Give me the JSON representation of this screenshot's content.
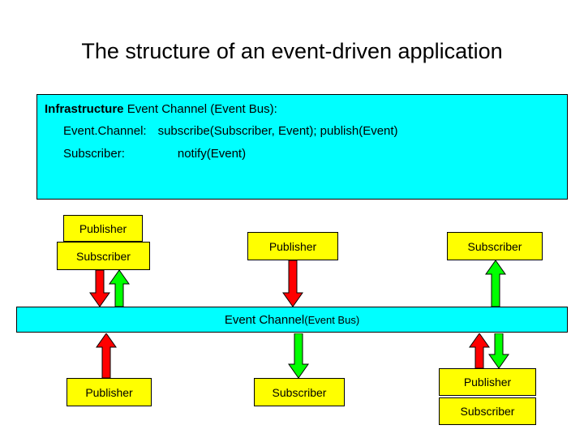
{
  "title": "The structure of an event-driven application",
  "colors": {
    "panel": "#00ffff",
    "node": "#ffff00",
    "arrow_red": "#ff0000",
    "arrow_green": "#00ff00",
    "outline": "#000000"
  },
  "infrastructure": {
    "heading_bold": "Infrastructure",
    "heading_rest": " Event Channel (Event Bus):",
    "line2_label": "Event.Channel:",
    "line2_value": "subscribe(Subscriber, Event); publish(Event)",
    "line3_label": "Subscriber:",
    "line3_value": "notify(Event)"
  },
  "channel": {
    "label_main": "Event Channel ",
    "label_paren": "(Event Bus)"
  },
  "nodes": {
    "top_left_publisher": "Publisher",
    "top_left_subscriber": "Subscriber",
    "top_mid_publisher": "Publisher",
    "top_right_subscriber": "Subscriber",
    "bottom_left_publisher": "Publisher",
    "bottom_mid_subscriber": "Subscriber",
    "bottom_right_publisher": "Publisher",
    "bottom_right_subscriber": "Subscriber"
  },
  "arrows": [
    {
      "name": "arrow-top-left-down-red",
      "color": "#ff0000",
      "direction": "down"
    },
    {
      "name": "arrow-top-left-up-green",
      "color": "#00ff00",
      "direction": "up"
    },
    {
      "name": "arrow-top-mid-down-red",
      "color": "#ff0000",
      "direction": "down"
    },
    {
      "name": "arrow-top-right-up-green",
      "color": "#00ff00",
      "direction": "up"
    },
    {
      "name": "arrow-bottom-left-up-red",
      "color": "#ff0000",
      "direction": "up"
    },
    {
      "name": "arrow-bottom-mid-down-green",
      "color": "#00ff00",
      "direction": "down"
    },
    {
      "name": "arrow-bottom-right-up-red",
      "color": "#ff0000",
      "direction": "up"
    },
    {
      "name": "arrow-bottom-right-down-green",
      "color": "#00ff00",
      "direction": "down"
    }
  ]
}
